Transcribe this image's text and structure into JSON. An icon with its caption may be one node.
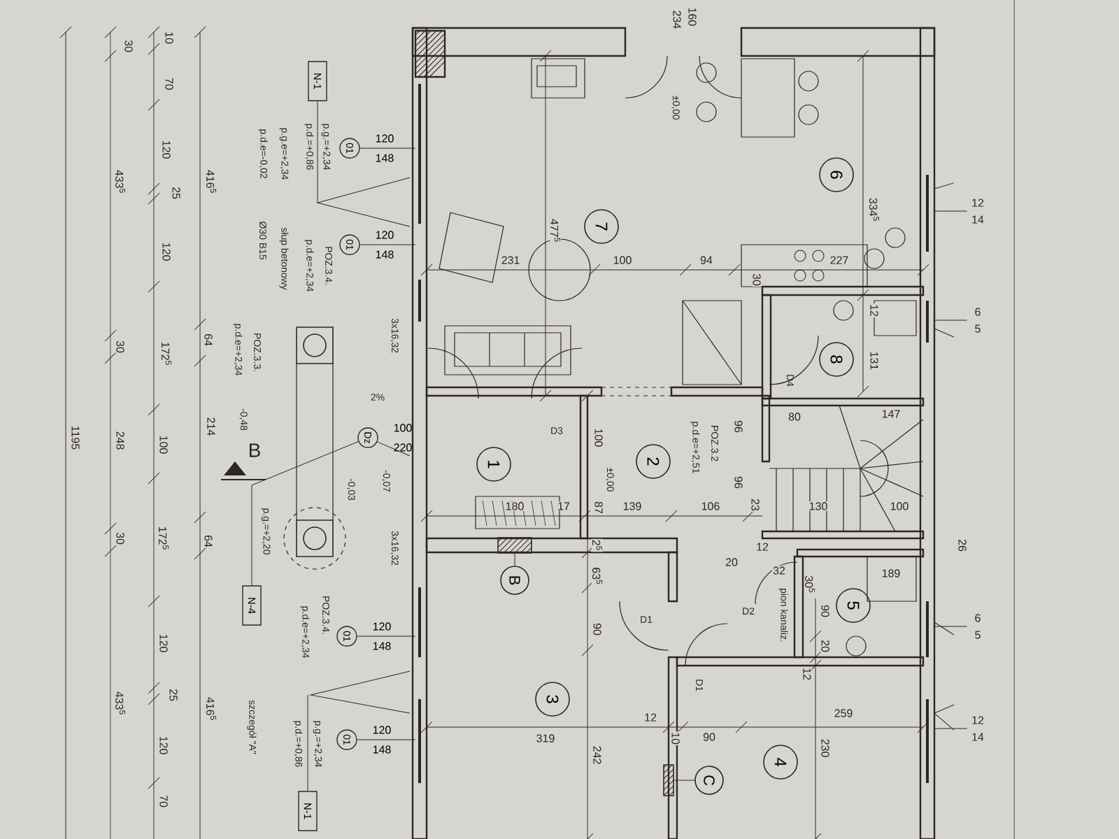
{
  "diagram": {
    "nodes": [
      {
        "text": [
          "7"
        ]
      },
      {
        "text": [
          "6"
        ]
      },
      {
        "text": [
          "8"
        ]
      },
      {
        "text": [
          "1"
        ]
      },
      {
        "text": [
          "2"
        ]
      },
      {
        "text": [
          "B"
        ]
      },
      {
        "text": [],
        "shape": "box"
      },
      {
        "text": [
          "3"
        ]
      },
      {
        "text": [
          "5"
        ]
      },
      {
        "text": [
          "C"
        ]
      },
      {
        "text": [],
        "shape": "box"
      },
      {
        "text": [
          "4"
        ]
      },
      {
        "text": [
          "01"
        ],
        "beside": [
          "120",
          "148"
        ]
      },
      {
        "text": [
          "01"
        ],
        "beside": [
          "120",
          "148"
        ]
      },
      {
        "text": [
          "Dz"
        ],
        "beside": [
          "100",
          "220"
        ]
      },
      {
        "text": [
          "01"
        ],
        "beside": [
          "120",
          "148"
        ]
      },
      {
        "text": [
          "01"
        ],
        "beside": [
          "120",
          "148"
        ]
      },
      {
        "text": [
          "N-1"
        ]
      },
      {
        "text": [
          "N-4"
        ]
      },
      {
        "text": [
          "N-1"
        ]
      },
      {
        "text": [
          "12",
          "14"
        ]
      },
      {
        "text": [
          "6",
          "5"
        ]
      },
      {
        "text": [
          "6",
          "5"
        ]
      },
      {
        "text": [
          "12",
          "14"
        ]
      }
    ],
    "edges": [
      {
        "from": 5,
        "to": 6,
        "arrow": "none"
      },
      {
        "from": 9,
        "to": 10,
        "arrow": "none"
      },
      {
        "from": 12,
        "to": null,
        "arrow": "none"
      },
      {
        "from": 13,
        "to": null,
        "arrow": "none"
      },
      {
        "from": 14,
        "to": null,
        "arrow": "none"
      },
      {
        "from": 15,
        "to": null,
        "arrow": "none"
      },
      {
        "from": 16,
        "to": null,
        "arrow": "none"
      },
      {
        "from": 17,
        "to": null,
        "arrow": "none"
      },
      {
        "from": 18,
        "to": 14,
        "arrow": "none"
      },
      {
        "from": 19,
        "to": null,
        "arrow": "none"
      },
      {
        "from": 20,
        "to": null,
        "arrow": "none"
      },
      {
        "from": 21,
        "to": null,
        "arrow": "none"
      },
      {
        "from": 22,
        "to": null,
        "arrow": "none"
      },
      {
        "from": 23,
        "to": null,
        "arrow": "none"
      }
    ],
    "labels": [
      "1195",
      "30",
      "433$^{5}$",
      "30",
      "248",
      "30",
      "433$^{5}$",
      "10",
      "70",
      "120",
      "25",
      "120",
      "172$^{5}$",
      "100",
      "172$^{5}$",
      "120",
      "25",
      "120",
      "70",
      "416$^{5}$",
      "64",
      "214",
      "64",
      "416$^{5}$",
      "p.g.=+2,34",
      "p.d.=+0,86",
      "p.g.e=+2,34",
      "p.d.e=-0,02",
      "słup betonowy",
      "Ø30 B15",
      "POZ.3.4.",
      "p.d.e=+2,34",
      "POZ.3.3.",
      "p.d.e=+2,34",
      "3x16,32",
      "2%",
      "-0,48",
      "B",
      "-0,07",
      "-0,03",
      "3x16,32",
      "p.g.=+2,20",
      "POZ.3.4.",
      "p.d.e=+2,34",
      "szczegół \"A\"",
      "p.g.=+2,34",
      "p.d.=+0,86",
      "160",
      "234",
      "±0,00",
      "477$^{5}$",
      "231",
      "100",
      "94",
      "227",
      "334$^{5}$",
      "30",
      "12",
      "131",
      "D4",
      "80",
      "147",
      "130",
      "100",
      "26",
      "D3",
      "100",
      "±0,00",
      "87",
      "POZ.3.2",
      "p.d.e=+2,51",
      "96",
      "96",
      "23",
      "180",
      "17",
      "139",
      "106",
      "2$^{5}$",
      "63$^{5}$",
      "12",
      "20",
      "32",
      "189",
      "30$^{5}$",
      "90",
      "D1",
      "D2",
      "pion kanaliz.",
      "90",
      "20",
      "12",
      "D1",
      "259",
      "230",
      "12",
      "10",
      "90",
      "319",
      "242"
    ]
  }
}
